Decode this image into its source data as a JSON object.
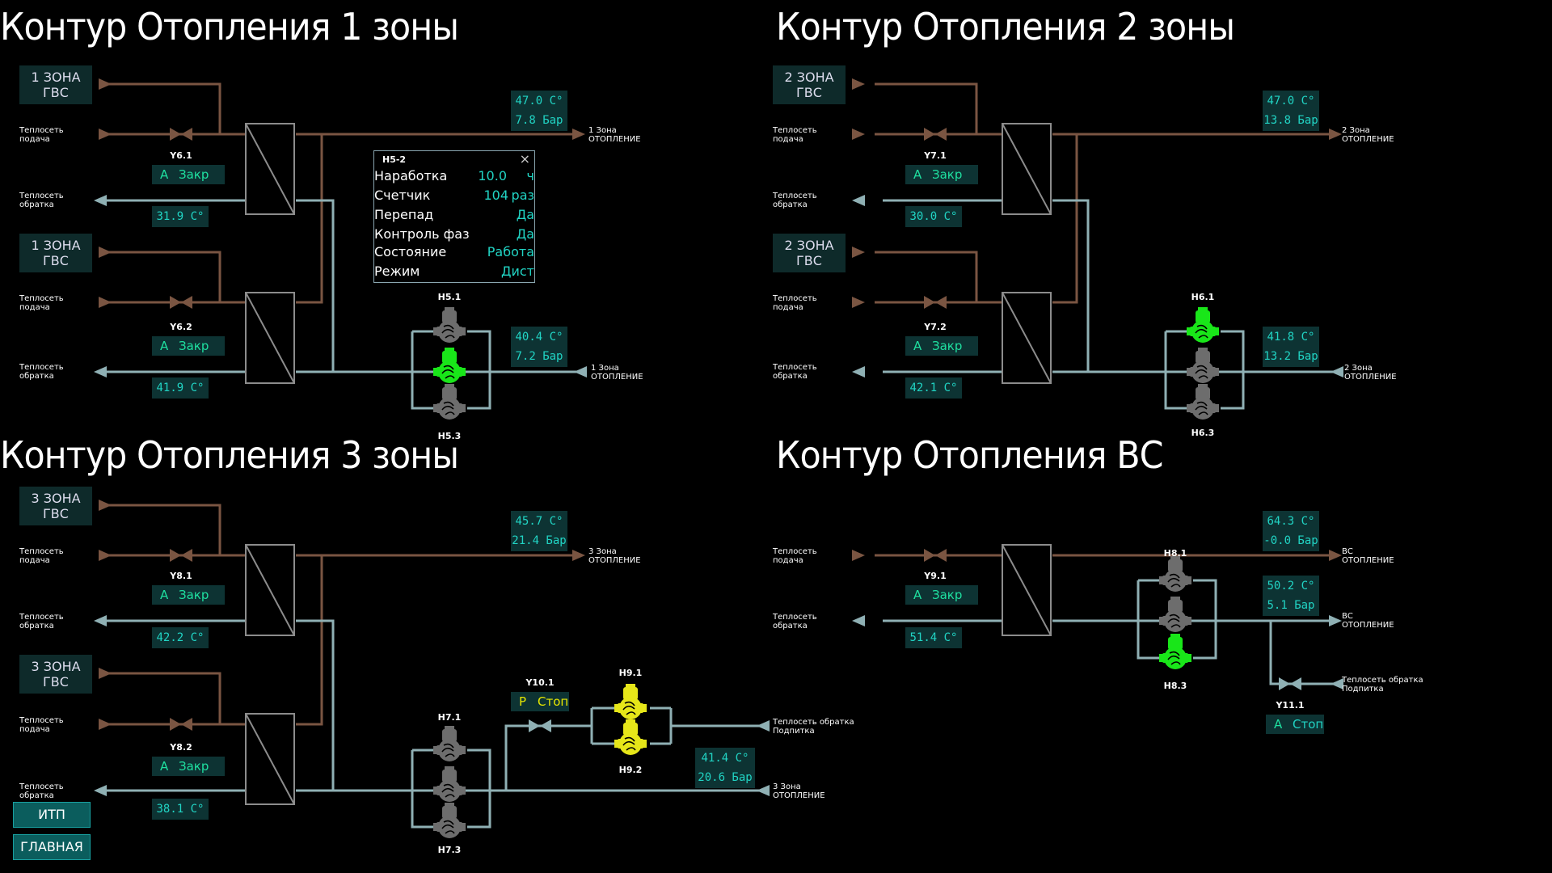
{
  "titles": {
    "z1": "Контур Отопления 1 зоны",
    "z2": "Контур Отопления 2 зоны",
    "z3": "Контур Отопления 3 зоны",
    "vs": "Контур Отопления ВС"
  },
  "zone_boxes": {
    "z1a": {
      "l1": "1 ЗОНА",
      "l2": "ГВС"
    },
    "z1b": {
      "l1": "1 ЗОНА",
      "l2": "ГВС"
    },
    "z2a": {
      "l1": "2 ЗОНА",
      "l2": "ГВС"
    },
    "z2b": {
      "l1": "2 ЗОНА",
      "l2": "ГВС"
    },
    "z3a": {
      "l1": "3 ЗОНА",
      "l2": "ГВС"
    },
    "z3b": {
      "l1": "3 ЗОНА",
      "l2": "ГВС"
    }
  },
  "source": {
    "supply": {
      "l1": "Теплосеть",
      "l2": "подача"
    },
    "return": {
      "l1": "Теплосеть",
      "l2": "обратка"
    }
  },
  "valves": {
    "Y6_1": {
      "name": "Y6.1",
      "mode": "А",
      "state": "Закр"
    },
    "Y6_2": {
      "name": "Y6.2",
      "mode": "А",
      "state": "Закр"
    },
    "Y7_1": {
      "name": "Y7.1",
      "mode": "А",
      "state": "Закр"
    },
    "Y7_2": {
      "name": "Y7.2",
      "mode": "А",
      "state": "Закр"
    },
    "Y8_1": {
      "name": "Y8.1",
      "mode": "А",
      "state": "Закр"
    },
    "Y8_2": {
      "name": "Y8.2",
      "mode": "А",
      "state": "Закр"
    },
    "Y9_1": {
      "name": "Y9.1",
      "mode": "А",
      "state": "Закр"
    },
    "Y10_1": {
      "name": "Y10.1",
      "mode": "Р",
      "state": "Стоп"
    },
    "Y11_1": {
      "name": "Y11.1",
      "mode": "А",
      "state": "Стоп"
    }
  },
  "readings": {
    "z1_sup": {
      "t": "47.0 С°",
      "p": "7.8 Бар"
    },
    "z1_ret": {
      "t": "40.4 С°",
      "p": "7.2 Бар"
    },
    "z1_r1": "31.9 С°",
    "z1_r2": "41.9 С°",
    "z2_sup": {
      "t": "47.0 С°",
      "p": "13.8 Бар"
    },
    "z2_ret": {
      "t": "41.8 С°",
      "p": "13.2 Бар"
    },
    "z2_r1": "30.0 С°",
    "z2_r2": "42.1 С°",
    "z3_sup": {
      "t": "45.7 С°",
      "p": "21.4 Бар"
    },
    "z3_ret": {
      "t": "41.4 С°",
      "p": "20.6 Бар"
    },
    "z3_r1": "42.2 С°",
    "z3_r2": "38.1 С°",
    "vs_sup": {
      "t": "64.3 С°",
      "p": "-0.0 Бар"
    },
    "vs_ret": {
      "t": "50.2 С°",
      "p": "5.1 Бар"
    },
    "vs_r1": "51.4 С°"
  },
  "pumps": {
    "H5_1": "Н5.1",
    "H5_3": "Н5.3",
    "H6_1": "Н6.1",
    "H6_3": "Н6.3",
    "H7_1": "Н7.1",
    "H7_3": "Н7.3",
    "H8_1": "Н8.1",
    "H8_3": "Н8.3",
    "H9_1": "Н9.1",
    "H9_2": "Н9.2"
  },
  "outputs": {
    "z1": {
      "l1": "1 Зона",
      "l2": "ОТОПЛЕНИЕ"
    },
    "z2": {
      "l1": "2 Зона",
      "l2": "ОТОПЛЕНИЕ"
    },
    "z3": {
      "l1": "3 Зона",
      "l2": "ОТОПЛЕНИЕ"
    },
    "vs": {
      "l1": "ВС",
      "l2": "ОТОПЛЕНИЕ"
    },
    "makeup": {
      "l1": "Теплосеть обратка",
      "l2": "Подпитка"
    }
  },
  "popup": {
    "title": "Н5-2",
    "close": "×",
    "rows": [
      {
        "k": "Наработка",
        "v": "10.0",
        "u": "ч"
      },
      {
        "k": "Счетчик",
        "v": "104",
        "u": "раз"
      },
      {
        "k": "Перепад",
        "v": "",
        "u": "Да"
      },
      {
        "k": "Контроль фаз",
        "v": "",
        "u": "Да"
      },
      {
        "k": "Состояние",
        "v": "",
        "u": "Работа"
      },
      {
        "k": "Режим",
        "v": "",
        "u": "Дист"
      }
    ]
  },
  "nav": {
    "itp": "ИТП",
    "main": "ГЛАВНАЯ"
  },
  "colors": {
    "hot_pipe": "#7a5542",
    "cold_pipe": "#8fb0b4",
    "pump_running": "#19e619",
    "pump_idle": "#6d6d6d",
    "pump_standby": "#e6e619",
    "value_text": "#21d4c4",
    "panel_bg": "#0d3333"
  }
}
